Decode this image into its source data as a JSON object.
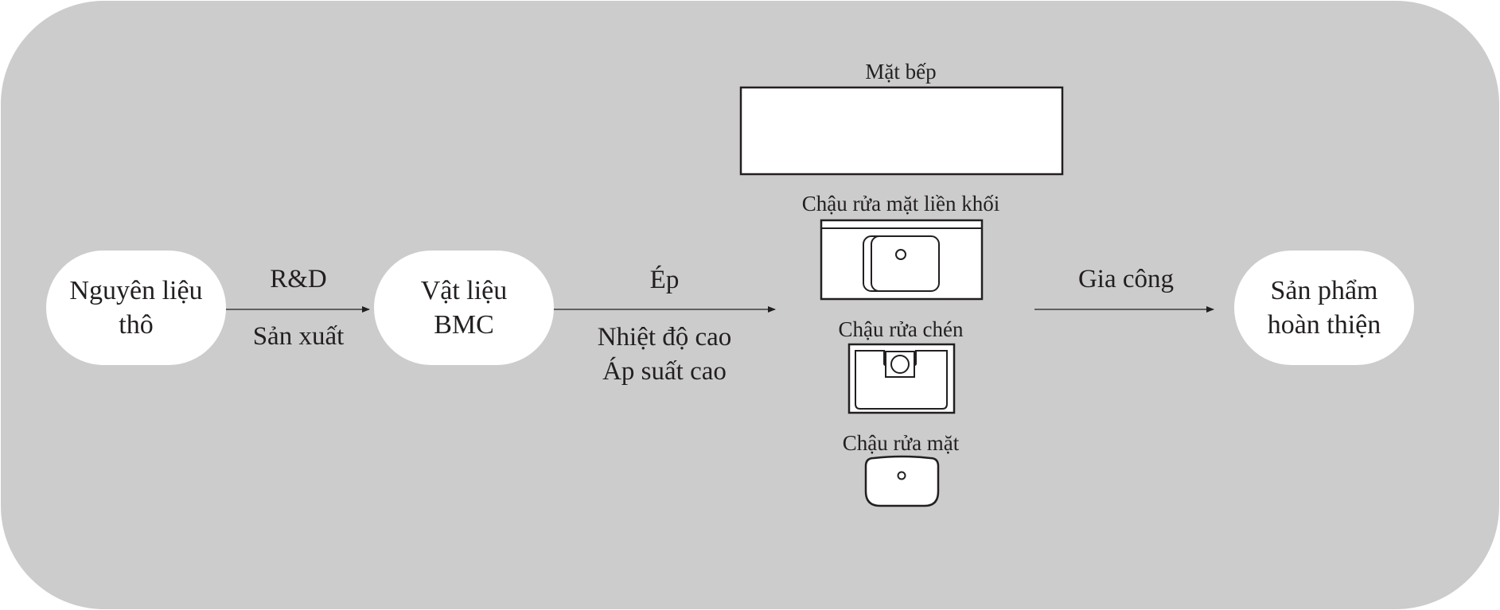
{
  "nodes": {
    "raw": {
      "line1": "Nguyên liệu",
      "line2": "thô"
    },
    "bmc": {
      "line1": "Vật liệu",
      "line2": "BMC"
    },
    "finished": {
      "line1": "Sản phẩm",
      "line2": "hoàn thiện"
    }
  },
  "edges": {
    "rd": {
      "above": "R&D",
      "below": "Sản xuất"
    },
    "press": {
      "above": "Ép",
      "below1": "Nhiệt độ cao",
      "below2": "Áp suất cao"
    },
    "machining": {
      "above": "Gia công"
    }
  },
  "products": {
    "countertop": "Mặt bếp",
    "integrated_basin": "Chậu rửa mặt liền khối",
    "kitchen_sink": "Chậu rửa chén",
    "basin": "Chậu rửa mặt"
  }
}
